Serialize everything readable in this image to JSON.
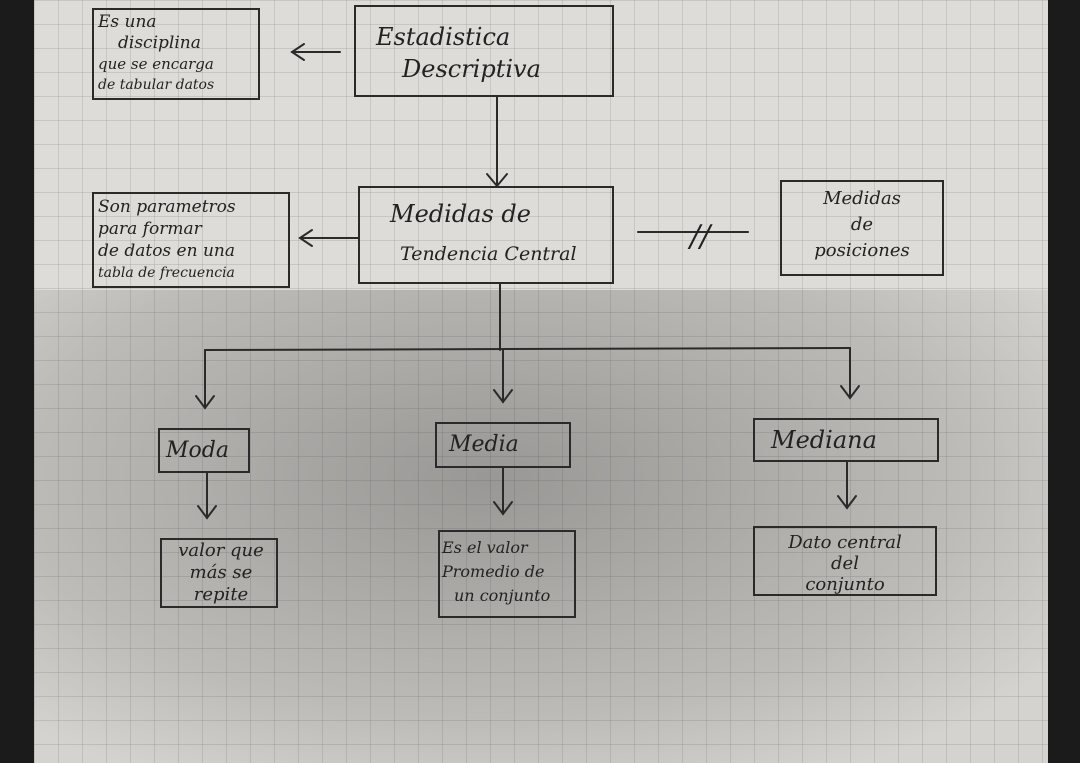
{
  "boxes": {
    "estadistica": {
      "lines": [
        "Estadistica",
        "Descriptiva"
      ]
    },
    "def_estadistica": {
      "lines": [
        "Es una",
        "disciplina",
        "que se encarga",
        "de tabular datos"
      ]
    },
    "medidas": {
      "lines": [
        "Medidas de",
        "Tendencia Central"
      ]
    },
    "def_medidas": {
      "lines": [
        "Son parametros",
        "para formar",
        "de datos en una",
        "tabla de frecuencia"
      ]
    },
    "posiciones": {
      "lines": [
        "Medidas",
        "de",
        "posiciones"
      ]
    },
    "moda": {
      "lines": [
        "Moda"
      ]
    },
    "media": {
      "lines": [
        "Media"
      ]
    },
    "mediana": {
      "lines": [
        "Mediana"
      ]
    },
    "def_moda": {
      "lines": [
        "valor que",
        "más se",
        "repite"
      ]
    },
    "def_media": {
      "lines": [
        "Es el valor",
        "Promedio de",
        "un conjunto"
      ]
    },
    "def_mediana": {
      "lines": [
        "Dato central",
        "del",
        "conjunto"
      ]
    }
  },
  "separator_mark": "//",
  "colors": {
    "ink": "#2a2a2a",
    "paper": "#dedcd8"
  }
}
